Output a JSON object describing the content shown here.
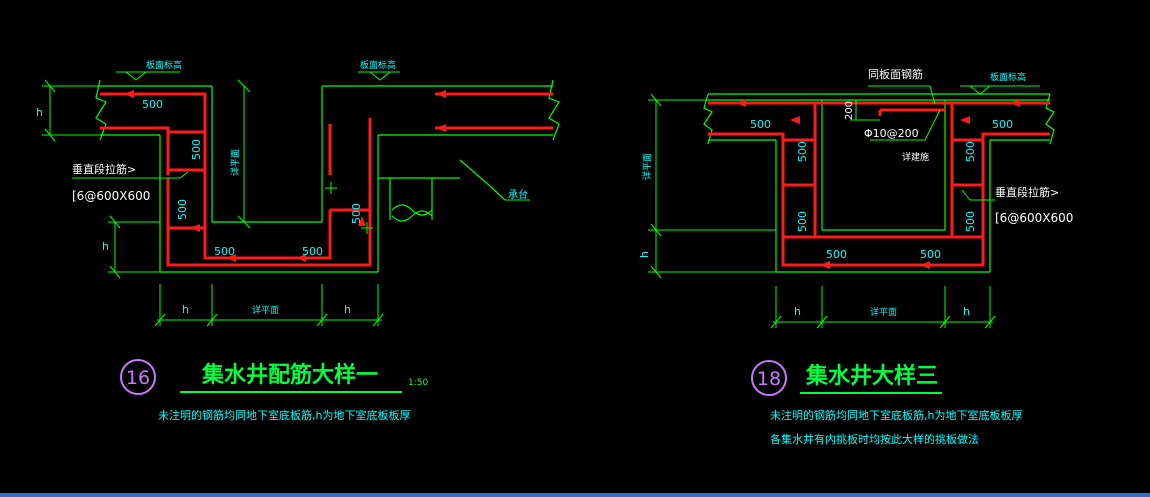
{
  "colors": {
    "background": "#000000",
    "wall": "#00ff00",
    "rebar": "#ff1a1a",
    "dim": "#00ff00",
    "text": "#00ffff",
    "title": "#00ff40",
    "circle": "#c878ff",
    "white": "#ffffff"
  },
  "detail16": {
    "number": "16",
    "title": "集水井配筋大样一",
    "scale": "1:50",
    "note": "未注明的钢筋均同地下室底板筋,h为地下室底板板厚",
    "label_top_left": "板面标高",
    "label_top_right": "板面标高",
    "label_tie": "垂直段拉筋>",
    "label_tie_spec": "[6@600X600",
    "label_cap": "承台",
    "label_vert": "详平面",
    "label_bottom": "详平面",
    "dim_h": "h",
    "rebar_500": "500"
  },
  "detail18": {
    "number": "18",
    "title": "集水井大样三",
    "note1": "未注明的钢筋均同地下室底板筋,h为地下室底板板厚",
    "note2": "各集水井有内挑板时均按此大样的挑板做法",
    "label_top": "板面标高",
    "label_same": "同板面钢筋",
    "label_200": "200",
    "label_phi": "Φ10@200",
    "label_detail": "详建施",
    "label_tie": "垂直段拉筋>",
    "label_tie_spec": "[6@600X600",
    "label_vert": "详平面",
    "label_bottom": "详平面",
    "dim_h": "h",
    "rebar_500": "500"
  }
}
